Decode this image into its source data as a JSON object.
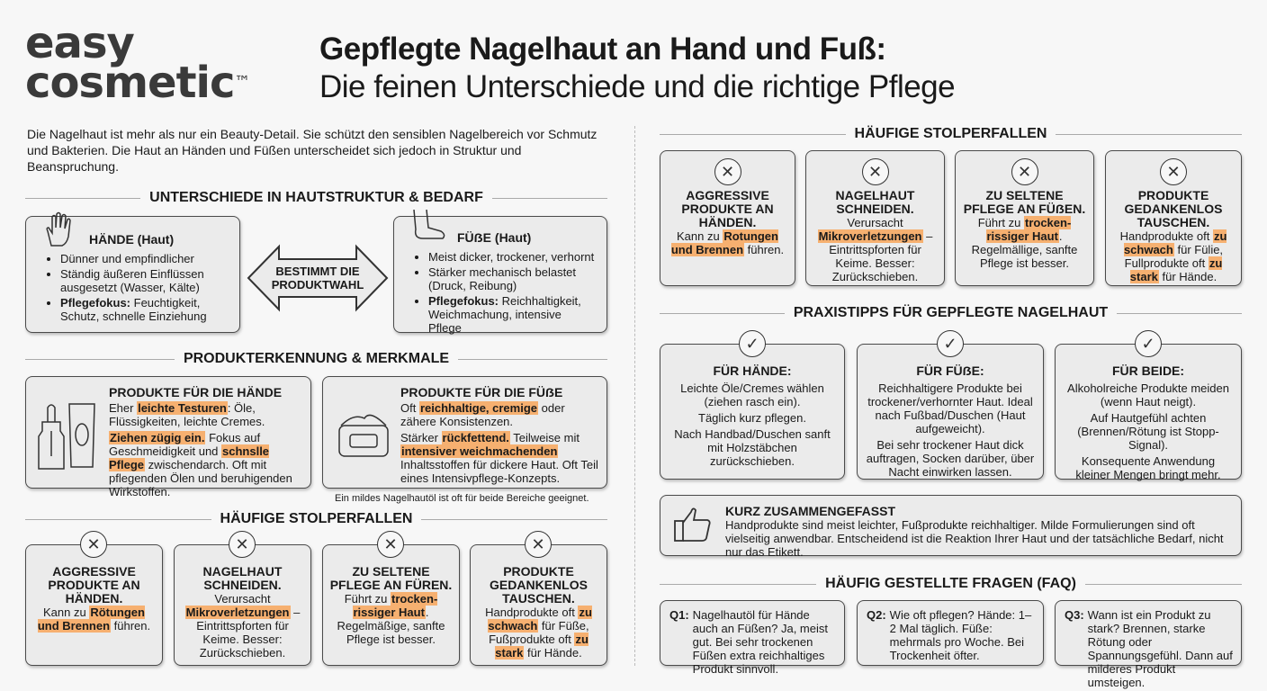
{
  "logo": {
    "line1": "easy",
    "line2": "cosmetic",
    "tm": "™"
  },
  "title": {
    "line1": "Gepflegte Nagelhaut an Hand und Fuß:",
    "line2": "Die feinen Unterschiede und die richtige Pflege"
  },
  "intro": "Die Nagelhaut ist mehr als nur ein Beauty-Detail. Sie schützt den sensiblen Nagelbereich vor Schmutz und Bakterien. Die Haut an Händen und Füßen unterscheidet sich jedoch in Struktur und Beanspruchung.",
  "differences": {
    "header": "UNTERSCHIEDE IN HAUTSTRUKTUR & BEDARF",
    "hands": {
      "icon": "hand-icon",
      "title": "HÄNDE (Haut)",
      "items": [
        "Dünner und empfindlicher",
        "Ständig äußeren Einflüssen ausgesetzt (Wasser, Kälte)"
      ],
      "focus_label": "Pflegefokus:",
      "focus": " Feuchtigkeit, Schutz, schnelle Einziehung"
    },
    "arrow": "BESTIMMT DIE PRODUKTWAHL",
    "feet": {
      "icon": "foot-icon",
      "title": "FÜẞE (Haut)",
      "items": [
        "Meist dicker, trockener, verhornt",
        "Stärker mechanisch belastet (Druck, Reibung)"
      ],
      "focus_label": "Pflegefokus:",
      "focus": " Reichhaltigkeit, Weichmachung, intensive Pflege"
    }
  },
  "products": {
    "header": "PRODUKTERKENNUNG & MERKMALE",
    "hands": {
      "icon": "dropper-bottle-and-tube-icon",
      "title": "PRODUKTE FÜR DIE HÄNDE",
      "paras": [
        [
          {
            "t": "Eher "
          },
          {
            "t": "leichte Testuren",
            "h": true
          },
          {
            "t": ": Öle, Flüssigkeiten, leichte Cremes."
          }
        ],
        [
          {
            "t": "Ziehen zügig ein.",
            "h": true
          },
          {
            "t": " Fokus auf Geschmeidigkeit und "
          },
          {
            "t": "schnslle Pflege",
            "h": true
          },
          {
            "t": " zwischendarch. Oft mit pflegenden Ölen und beruhigenden Wirkstoffen."
          }
        ]
      ]
    },
    "feet": {
      "icon": "cream-jar-icon",
      "title": "PRODUKTE FÜR DIE FÜẞE",
      "paras": [
        [
          {
            "t": "Oft "
          },
          {
            "t": "reichhaltige, cremige",
            "h": true
          },
          {
            "t": " oder zähere Konsistenzen."
          }
        ],
        [
          {
            "t": "Stärker "
          },
          {
            "t": "rückfettend.",
            "h": true
          },
          {
            "t": " Teilweise mit "
          },
          {
            "t": "intensiver weichmachenden",
            "h": true
          },
          {
            "t": " Inhaltsstoffen für dickere Haut. Oft Teil eines Intensivpflege-Konzepts."
          }
        ]
      ]
    },
    "note": "Ein mildes Nagelhautöl ist oft für beide Bereiche geeignet."
  },
  "pitfalls_left": {
    "header": "HÄUFIGE STOLPERFALLEN",
    "cards": [
      {
        "title": "AGGRESSIVE PRODUKTE AN HÄNDEN.",
        "body": [
          {
            "t": "Kann zu "
          },
          {
            "t": "Rötungen und Brennen",
            "h": true
          },
          {
            "t": " führen."
          }
        ]
      },
      {
        "title": "NAGELHAUT SCHNEIDEN.",
        "body": [
          {
            "t": "Verursacht "
          },
          {
            "t": "Mikroverletzungen",
            "h": true
          },
          {
            "t": " – Eintrittspforten für Keime. Besser: Zurückschieben."
          }
        ]
      },
      {
        "title": "ZU SELTENE PFLEGE AN FÜREN.",
        "body": [
          {
            "t": "Führt zu "
          },
          {
            "t": "trocken-rissiger Haut",
            "h": true
          },
          {
            "t": ". Regelmäßige, sanfte Pflege ist besser."
          }
        ]
      },
      {
        "title": "PRODUKTE GEDANKENLOS TAUSCHEN.",
        "body": [
          {
            "t": "Handprodukte oft "
          },
          {
            "t": "zu schwach",
            "h": true
          },
          {
            "t": " für Füße, Fußprodukte oft "
          },
          {
            "t": "zu stark",
            "h": true
          },
          {
            "t": " für Hände."
          }
        ]
      }
    ]
  },
  "pitfalls_right": {
    "header": "HÄUFIGE STOLPERFALLEN",
    "cards": [
      {
        "title": "AGGRESSIVE PRODUKTE AN HÄNDEN.",
        "body": [
          {
            "t": "Kann zu "
          },
          {
            "t": "Rotungen und Brennen",
            "h": true
          },
          {
            "t": " führen."
          }
        ]
      },
      {
        "title": "NAGELHAUT SCHNEIDEN.",
        "body": [
          {
            "t": "Verursacht "
          },
          {
            "t": "Mikroverletzungen",
            "h": true
          },
          {
            "t": " – Eintrittspforten für Keime. Besser: Zurückschieben."
          }
        ]
      },
      {
        "title": "ZU SELTENE PFLEGE AN FÜẞEN.",
        "body": [
          {
            "t": "Führt zu "
          },
          {
            "t": "trocken-rissiger Haut",
            "h": true
          },
          {
            "t": ". Regelmällige, sanfte Pflege ist besser."
          }
        ]
      },
      {
        "title": "PRODUKTE GEDANKENLOS TAUSCHEN.",
        "body": [
          {
            "t": "Handprodukte oft "
          },
          {
            "t": "zu schwach",
            "h": true
          },
          {
            "t": " für Fülie, Fullprodukte oft "
          },
          {
            "t": "zu stark",
            "h": true
          },
          {
            "t": " für Hände."
          }
        ]
      }
    ]
  },
  "tips": {
    "header": "PRAXISTIPPS FÜR GEPFLEGTE NAGELHAUT",
    "cards": [
      {
        "title": "FÜR HÄNDE:",
        "paras": [
          "Leichte Öle/Cremes wählen (ziehen rasch ein).",
          "Täglich kurz pflegen.",
          "Nach Handbad/Duschen sanft mit Holzstäbchen zurückschieben."
        ]
      },
      {
        "title": "FÜR FÜẞE:",
        "paras": [
          "Reichhaltigere Produkte bei trockener/verhornter Haut. Ideal nach Fußbad/Duschen (Haut aufgeweicht).",
          "Bei sehr trockener Haut dick auftragen, Socken darüber, über Nacht einwirken lassen."
        ]
      },
      {
        "title": "FÜR BEIDE:",
        "paras": [
          "Alkoholreiche Produkte meiden (wenn Haut neigt).",
          "Auf Hautgefühl achten (Brennen/Rötung ist Stopp-Signal).",
          "Konsequente Anwendung kleiner Mengen bringt mehr."
        ]
      }
    ]
  },
  "summary": {
    "icon": "thumbs-up-icon",
    "title": "KURZ ZUSAMMENGEFASST",
    "text": "Handprodukte sind meist leichter, Fußprodukte reichhaltiger. Milde Formulierungen sind oft vielseitig anwendbar. Entscheidend ist die Reaktion Ihrer Haut und der tatsächliche Bedarf, nicht nur das Etikett."
  },
  "faq": {
    "header": "HÄUFIG GESTELLTE FRAGEN (FAQ)",
    "items": [
      {
        "q": "Q1:",
        "text": "Nagelhautöl für Hände auch an Füßen? Ja, meist gut. Bei sehr trockenen Füßen extra reichhaltiges Produkt sinnvoll."
      },
      {
        "q": "Q2:",
        "text": "Wie oft pflegen? Hände: 1–2 Mal täglich. Füße: mehrmals pro Woche. Bei Trockenheit öfter."
      },
      {
        "q": "Q3:",
        "text": "Wann ist ein Produkt zu stark? Brennen, starke Rötung oder Spannungsgefühl. Dann auf milderes Produkt umsteigen."
      }
    ]
  },
  "colors": {
    "highlight": "#f6b070",
    "card_bg": "#ebebeb",
    "text": "#1a1a1a"
  }
}
